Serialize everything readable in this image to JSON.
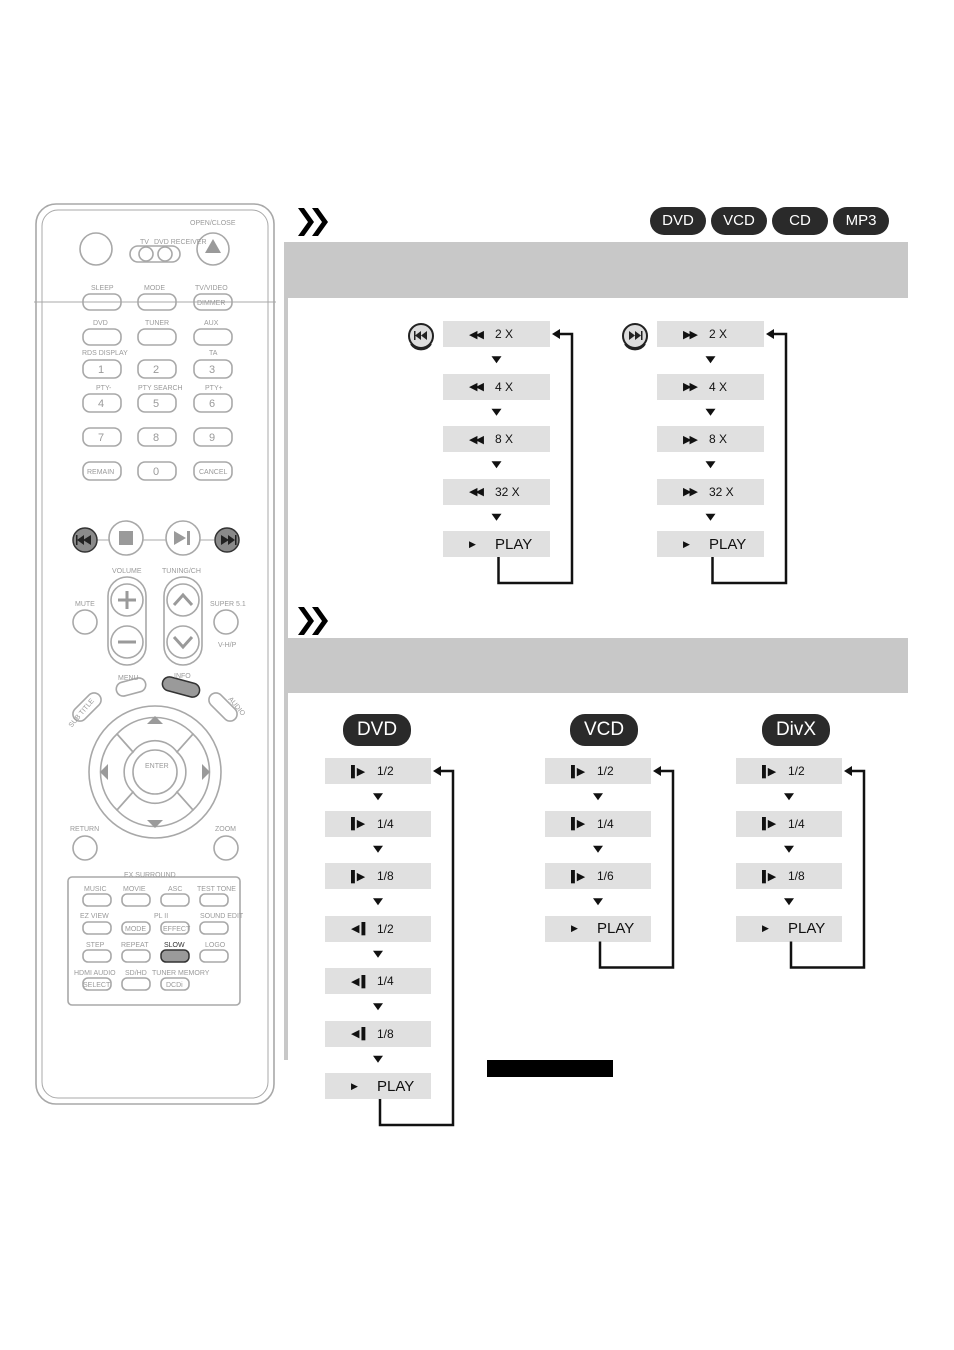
{
  "header_badges": [
    "DVD",
    "VCD",
    "CD",
    "MP3"
  ],
  "search": {
    "rewind_steps": [
      "2 X",
      "4 X",
      "8 X",
      "32 X",
      "PLAY"
    ],
    "forward_steps": [
      "2 X",
      "4 X",
      "8 X",
      "32 X",
      "PLAY"
    ]
  },
  "slow": {
    "dvd": {
      "label": "DVD",
      "steps": [
        "1/2",
        "1/4",
        "1/8",
        "1/2",
        "1/4",
        "1/8",
        "PLAY"
      ]
    },
    "vcd": {
      "label": "VCD",
      "steps": [
        "1/2",
        "1/4",
        "1/6",
        "PLAY"
      ]
    },
    "divx": {
      "label": "DivX",
      "steps": [
        "1/2",
        "1/4",
        "1/8",
        "PLAY"
      ]
    }
  },
  "remote": {
    "open_close": "OPEN/CLOSE",
    "tv": "TV",
    "dvd_receiver": "DVD RECEIVER",
    "row1": [
      "SLEEP",
      "MODE",
      "TV/VIDEO"
    ],
    "dimmer": "DIMMER",
    "row2": [
      "DVD",
      "TUNER",
      "AUX"
    ],
    "rds_display": "RDS DISPLAY",
    "ta": "TA",
    "pty_minus": "PTY-",
    "pty_search": "PTY SEARCH",
    "pty_plus": "PTY+",
    "digits": [
      "1",
      "2",
      "3",
      "4",
      "5",
      "6",
      "7",
      "8",
      "9",
      "0"
    ],
    "remain": "REMAIN",
    "cancel": "CANCEL",
    "volume": "VOLUME",
    "tuning_ch": "TUNING/CH",
    "mute": "MUTE",
    "super51": "SUPER 5.1",
    "vhp": "V-H/P",
    "menu": "MENU",
    "info": "INFO",
    "subtitle": "SUB TITLE",
    "audio": "AUDIO",
    "enter": "ENTER",
    "return": "RETURN",
    "zoom": "ZOOM",
    "ex_surround": "EX SURROUND",
    "row_a": [
      "MUSIC",
      "MOVIE",
      "ASC",
      "TEST TONE"
    ],
    "row_b": [
      "EZ VIEW",
      "PL II",
      "SOUND EDIT"
    ],
    "mode": "MODE",
    "effect": "EFFECT",
    "row_c": [
      "STEP",
      "REPEAT",
      "SLOW",
      "LOGO"
    ],
    "row_d": [
      "HDMI AUDIO",
      "SD/HD",
      "TUNER MEMORY"
    ],
    "select": "SELECT",
    "dcdi": "DCDi"
  },
  "colors": {
    "badge": "#2a2a2a",
    "bar": "#c8c8c8",
    "box": "#e0e0e0",
    "remote_line": "#a8a8a8"
  }
}
